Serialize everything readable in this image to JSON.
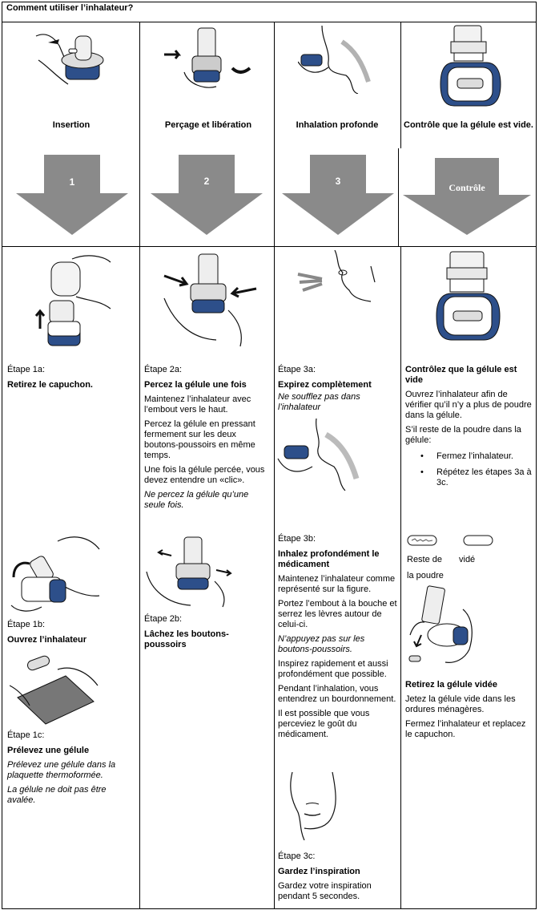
{
  "header": {
    "title": "Comment utiliser l’inhalateur?"
  },
  "phases": [
    {
      "label": "Insertion",
      "arrow": "1"
    },
    {
      "label": "Perçage et libération",
      "arrow": "2"
    },
    {
      "label": "Inhalation profonde",
      "arrow": "3"
    },
    {
      "label": "Contrôle que la gélule est vide.",
      "arrow": "Contrôle"
    }
  ],
  "col1": {
    "s1a_label": "Étape 1a:",
    "s1a_title": "Retirez le capuchon.",
    "s1b_label": "Étape 1b:",
    "s1b_title": "Ouvrez l’inhalateur",
    "s1c_label": "Étape 1c:",
    "s1c_title": "Prélevez une gélule",
    "s1c_p1": "Prélevez une gélule dans la plaquette thermoformée.",
    "s1c_p2": "La gélule ne doit pas être avalée."
  },
  "col2": {
    "s2a_label": "Étape 2a:",
    "s2a_title": "Percez la gélule une fois",
    "s2a_p1": "Maintenez l’inhalateur avec l’embout vers le haut.",
    "s2a_p2": "Percez la gélule en pressant fermement sur les deux boutons-poussoirs en même temps.",
    "s2a_p3": "Une fois la gélule percée, vous devez entendre un «clic».",
    "s2a_p4": "Ne percez la gélule qu’une seule fois.",
    "s2b_label": "Étape 2b:",
    "s2b_title": "Lâchez les boutons-poussoirs"
  },
  "col3": {
    "s3a_label": "Étape 3a:",
    "s3a_title": "Expirez complètement",
    "s3a_p1": "Ne soufflez pas dans l’inhalateur",
    "s3b_label": "Étape 3b:",
    "s3b_title": "Inhalez profondément le médicament",
    "s3b_p1": "Maintenez l’inhalateur comme représenté sur la figure.",
    "s3b_p2": "Portez l’embout à la bouche et serrez les lèvres autour de celui-ci.",
    "s3b_p3": "N’appuyez pas sur les boutons-poussoirs.",
    "s3b_p4": "Inspirez rapidement et aussi profondément que possible.",
    "s3b_p5": "Pendant l’inhalation, vous entendrez un bourdonnement.",
    "s3b_p6": "Il est possible que vous perceviez le goût du médicament.",
    "s3c_label": "Étape 3c:",
    "s3c_title": "Gardez l’inspiration",
    "s3c_p1": "Gardez votre inspiration pendant 5 secondes."
  },
  "col4": {
    "check_title": "Contrôlez que la gélule est vide",
    "check_p1": "Ouvrez l’inhalateur afin de vérifier qu’il n’y a plus de poudre dans la gélule.",
    "check_p2": "S’il reste de la poudre dans la gélule:",
    "bullet1": "Fermez l’inhalateur.",
    "bullet2": "Répétez les étapes 3a à 3c.",
    "cap_left_1": "Reste de",
    "cap_left_2": "la poudre",
    "cap_right": "vidé",
    "remove_title": "Retirez la gélule vidée",
    "remove_p1": "Jetez la gélule vide dans les ordures ménagères.",
    "remove_p2": "Fermez l’inhalateur et replacez le capuchon."
  }
}
